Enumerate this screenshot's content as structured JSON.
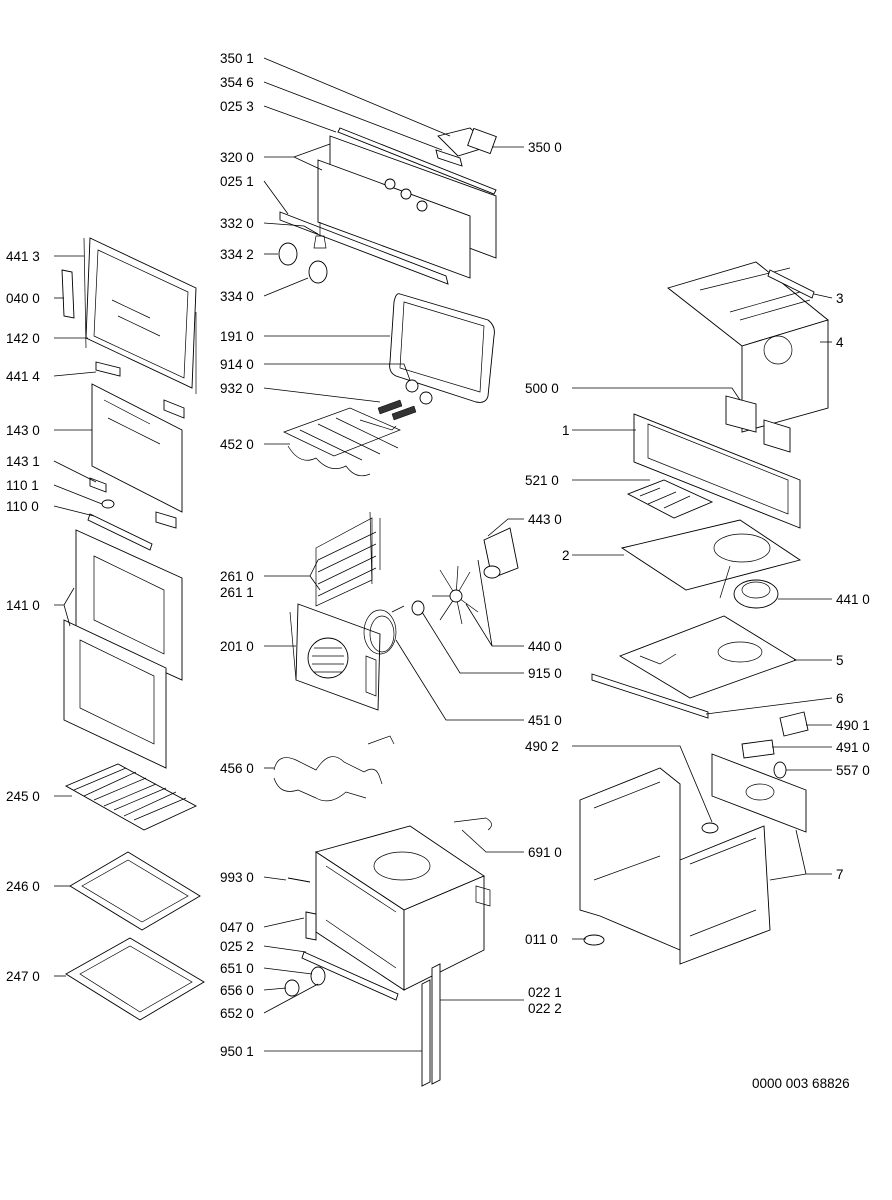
{
  "drawing": {
    "document_number": "0000 003 68826",
    "labels": {
      "l_3501": "350 1",
      "l_3546": "354 6",
      "l_0253": "025 3",
      "l_3200": "320 0",
      "l_0251": "025 1",
      "l_3320": "332 0",
      "l_3342": "334 2",
      "l_3340": "334 0",
      "l_1910": "191 0",
      "l_9140": "914 0",
      "l_9320": "932 0",
      "l_4520": "452 0",
      "l_2610": "261 0",
      "l_2611": "261 1",
      "l_2010": "201 0",
      "l_4560": "456 0",
      "l_9930": "993 0",
      "l_0470": "047 0",
      "l_0252": "025 2",
      "l_6510": "651 0",
      "l_6560": "656 0",
      "l_6520": "652 0",
      "l_9501": "950 1",
      "l_3500": "350 0",
      "l_4413": "441 3",
      "l_0400": "040 0",
      "l_1420": "142 0",
      "l_4414": "441 4",
      "l_1430": "143 0",
      "l_1431": "143 1",
      "l_1101": "110 1",
      "l_1100": "110 0",
      "l_1410": "141 0",
      "l_2450": "245 0",
      "l_2460": "246 0",
      "l_2470": "247 0",
      "l_4430": "443 0",
      "l_4400": "440 0",
      "l_9150": "915 0",
      "l_4510": "451 0",
      "l_6910": "691 0",
      "l_0221": "022 1",
      "l_0222": "022 2",
      "l_3": "3",
      "l_4": "4",
      "l_5000": "500 0",
      "l_1": "1",
      "l_5210": "521 0",
      "l_2": "2",
      "l_4410": "441 0",
      "l_5": "5",
      "l_6": "6",
      "l_4901": "490 1",
      "l_4902": "490 2",
      "l_4910": "491 0",
      "l_5570": "557 0",
      "l_7": "7",
      "l_0110": "011 0"
    }
  }
}
